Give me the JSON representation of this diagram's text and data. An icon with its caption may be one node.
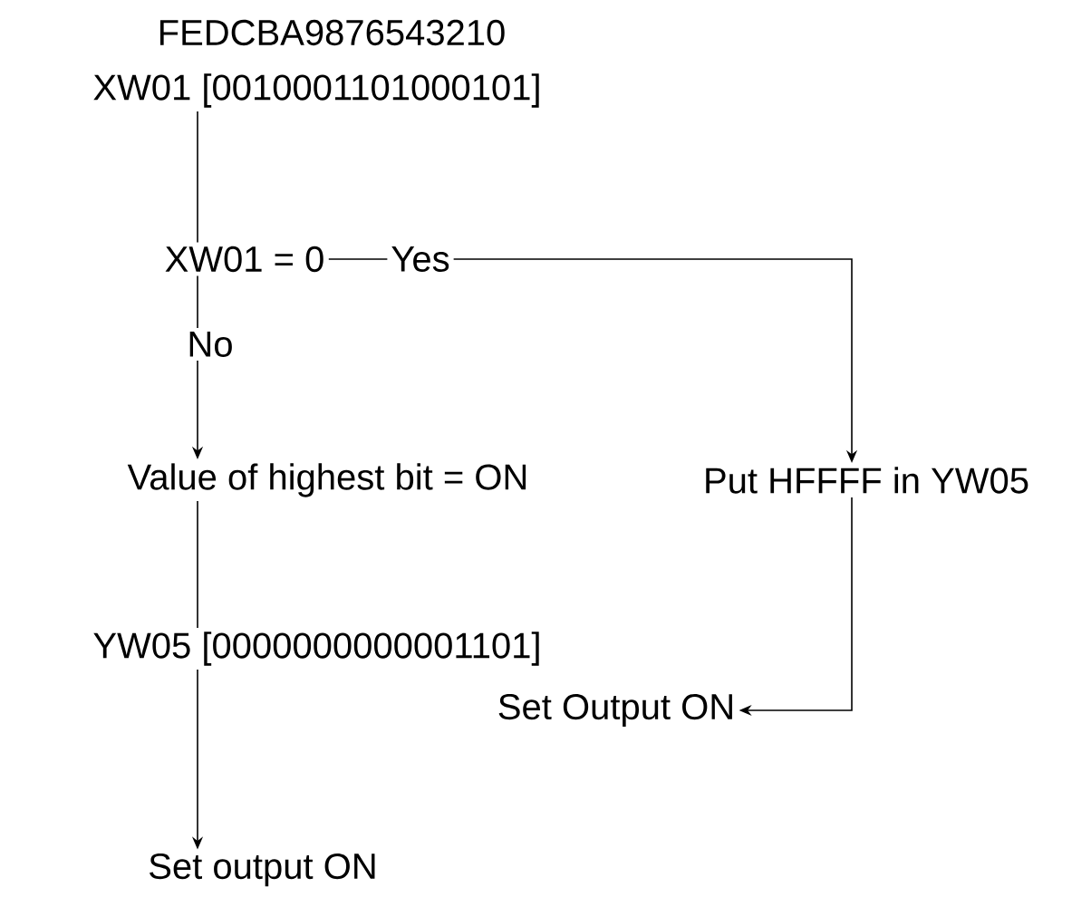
{
  "diagram": {
    "nodes": [
      {
        "text": [
          "XW01 [0010001101000101]"
        ]
      },
      {
        "text": [
          "XW01 = 0"
        ]
      },
      {
        "text": [
          "Value of highest bit = ON"
        ]
      },
      {
        "text": [
          "Put HFFFF in YW05"
        ]
      },
      {
        "text": [
          "YW05 [0000000000001101]"
        ]
      },
      {
        "text": [
          "Set Output ON"
        ]
      },
      {
        "text": [
          "Set output ON"
        ]
      }
    ],
    "edges": [
      {
        "from": 0,
        "to": 1,
        "arrow": "none"
      },
      {
        "from": 1,
        "to": 2,
        "arrow": "to",
        "label": "No"
      },
      {
        "from": 1,
        "to": 3,
        "arrow": "to",
        "label": "Yes"
      },
      {
        "from": 2,
        "to": 4,
        "arrow": "none"
      },
      {
        "from": 3,
        "to": 5,
        "arrow": "to"
      },
      {
        "from": 4,
        "to": 6,
        "arrow": "to"
      }
    ],
    "labels": [
      "FEDCBA9876543210"
    ]
  }
}
